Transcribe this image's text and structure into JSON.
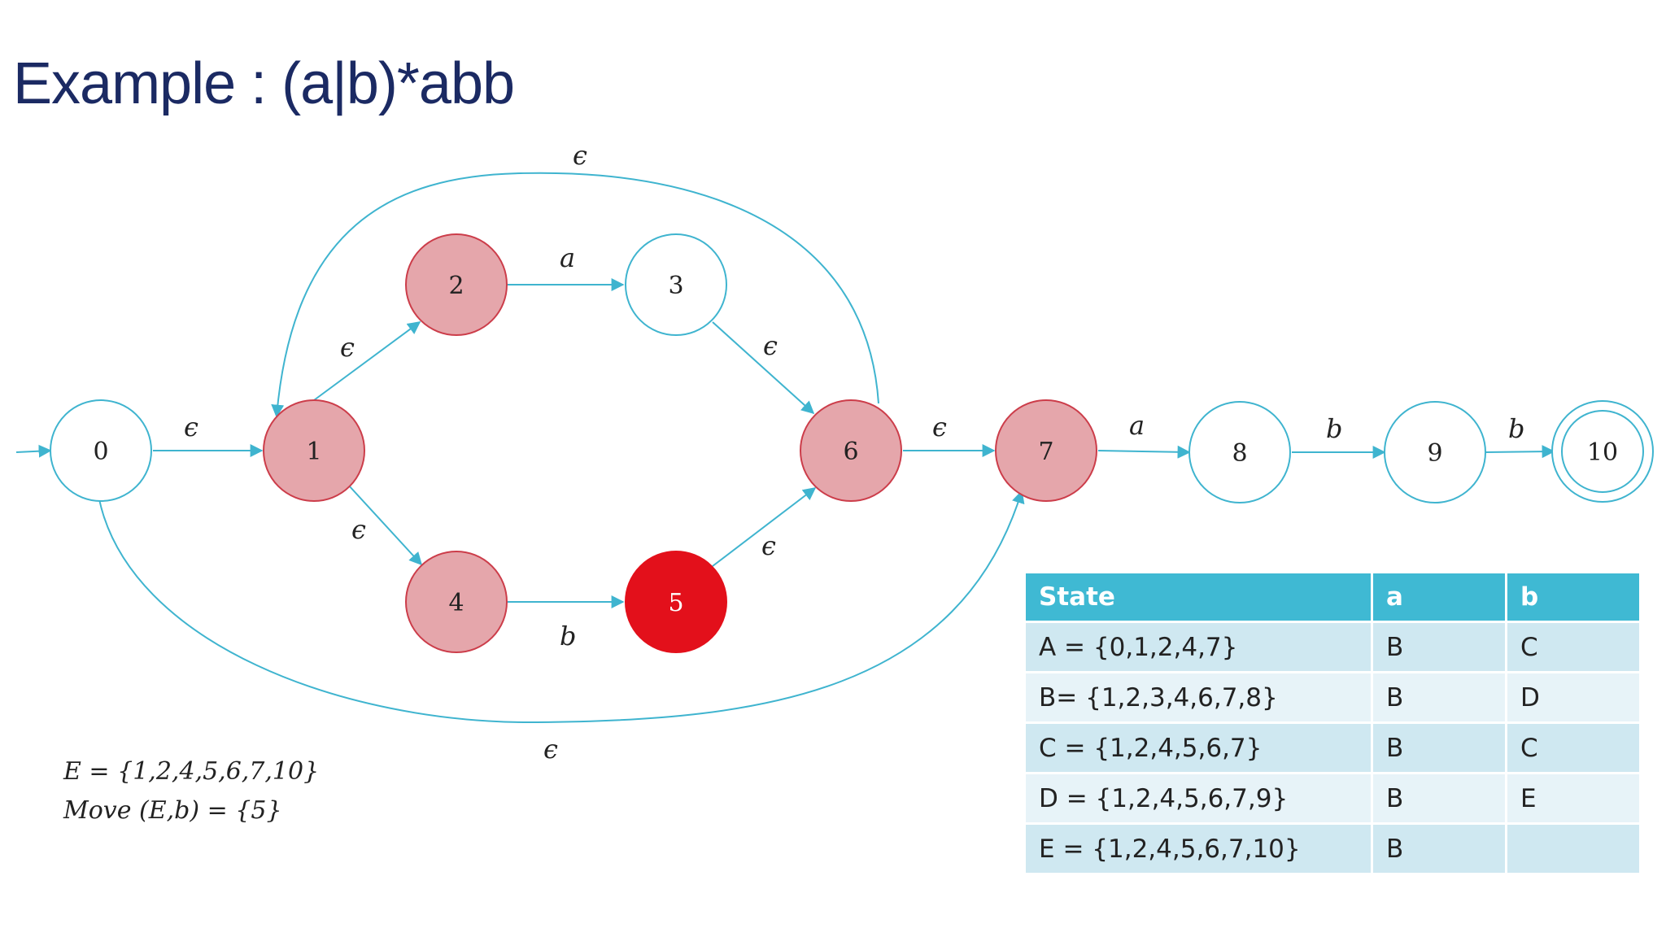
{
  "title": "Example : (a|b)*abb",
  "colors": {
    "edge": "#3fb4cf",
    "highlight_fill": "#e5a6ab",
    "highlight_stroke": "#cc3d4a",
    "active_fill": "#e3101b",
    "plain_fill": "#ffffff",
    "table_header": "#3fb9d3",
    "title_color": "#1b2a63"
  },
  "nfa": {
    "states": [
      {
        "id": "0",
        "label": "0",
        "style": "plain"
      },
      {
        "id": "1",
        "label": "1",
        "style": "highlight"
      },
      {
        "id": "2",
        "label": "2",
        "style": "highlight"
      },
      {
        "id": "3",
        "label": "3",
        "style": "plain"
      },
      {
        "id": "4",
        "label": "4",
        "style": "highlight"
      },
      {
        "id": "5",
        "label": "5",
        "style": "active"
      },
      {
        "id": "6",
        "label": "6",
        "style": "highlight"
      },
      {
        "id": "7",
        "label": "7",
        "style": "highlight"
      },
      {
        "id": "8",
        "label": "8",
        "style": "plain"
      },
      {
        "id": "9",
        "label": "9",
        "style": "plain"
      },
      {
        "id": "10",
        "label": "10",
        "style": "accept"
      }
    ],
    "transitions": [
      {
        "from": "0",
        "to": "1",
        "label": "ϵ"
      },
      {
        "from": "1",
        "to": "2",
        "label": "ϵ"
      },
      {
        "from": "1",
        "to": "4",
        "label": "ϵ"
      },
      {
        "from": "2",
        "to": "3",
        "label": "a"
      },
      {
        "from": "4",
        "to": "5",
        "label": "b"
      },
      {
        "from": "3",
        "to": "6",
        "label": "ϵ"
      },
      {
        "from": "5",
        "to": "6",
        "label": "ϵ"
      },
      {
        "from": "6",
        "to": "1",
        "label": "ϵ"
      },
      {
        "from": "6",
        "to": "7",
        "label": "ϵ"
      },
      {
        "from": "0",
        "to": "7",
        "label": "ϵ"
      },
      {
        "from": "7",
        "to": "8",
        "label": "a"
      },
      {
        "from": "8",
        "to": "9",
        "label": "b"
      },
      {
        "from": "9",
        "to": "10",
        "label": "b"
      }
    ]
  },
  "notes": {
    "line1": "E = {1,2,4,5,6,7,10}",
    "line2": "Move (E,b)  = {5}"
  },
  "table": {
    "headers": [
      "State",
      "a",
      "b"
    ],
    "rows": [
      [
        "A = {0,1,2,4,7}",
        "B",
        "C"
      ],
      [
        "B= {1,2,3,4,6,7,8}",
        "B",
        "D"
      ],
      [
        "C = {1,2,4,5,6,7}",
        "B",
        "C"
      ],
      [
        "D = {1,2,4,5,6,7,9}",
        "B",
        "E"
      ],
      [
        "E = {1,2,4,5,6,7,10}",
        "B",
        ""
      ]
    ]
  }
}
